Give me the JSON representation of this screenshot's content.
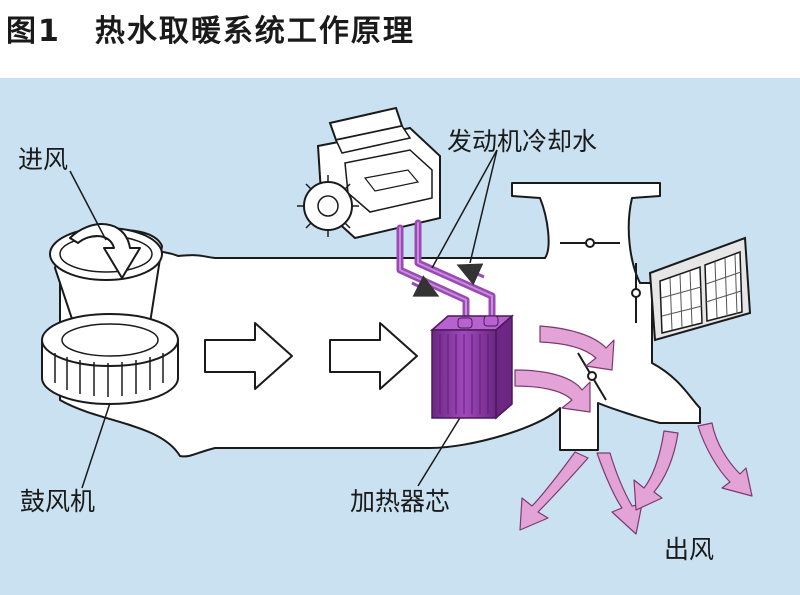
{
  "title": {
    "figure_number": "图1",
    "text": "热水取暖系统工作原理"
  },
  "labels": {
    "air_intake": "进风",
    "engine_coolant": "发动机冷却水",
    "blower": "鼓风机",
    "heater_core": "加热器芯",
    "air_outlet": "出风"
  },
  "colors": {
    "panel_background": "#c9e1f0",
    "heater_core": "#8b3aa0",
    "coolant_pipe": "#9a4ab4",
    "outlet_arrow": "#e3a3d6",
    "duct_fill": "#ffffff",
    "line": "#1a1a1a"
  }
}
